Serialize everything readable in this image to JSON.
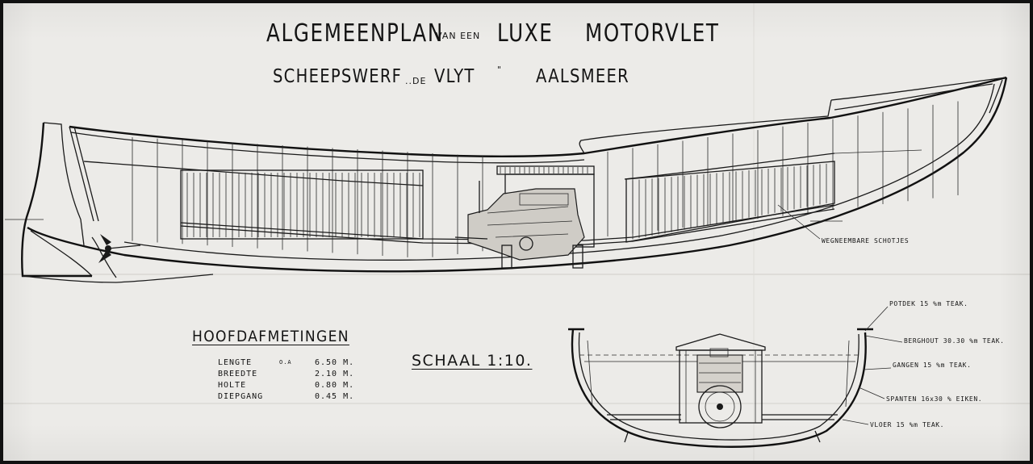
{
  "title": {
    "part1": "ALGEMEENPLAN",
    "part2": "VAN EEN",
    "part3": "LUXE",
    "part4": "MOTORVLET"
  },
  "subtitle": {
    "part1": "SCHEEPSWERF",
    "part2": "..DE",
    "part3": "VLYT",
    "part4": "\"",
    "part5": "AALSMEER"
  },
  "side_view_note": "WEGNEEMBARE SCHOTJES",
  "dimensions": {
    "heading": "HOOFDAFMETINGEN",
    "rows": [
      {
        "label": "LENGTE",
        "suffix": "O.A",
        "value": "6.50 M."
      },
      {
        "label": "BREEDTE",
        "suffix": "",
        "value": "2.10 M."
      },
      {
        "label": "HOLTE",
        "suffix": "",
        "value": "0.80 M."
      },
      {
        "label": "DIEPGANG",
        "suffix": "",
        "value": "0.45 M."
      }
    ]
  },
  "scale_label": "SCHAAL 1:10.",
  "section_labels": [
    "POTDEK 15 %m TEAK.",
    "BERGHOUT 30.30 %m TEAK.",
    "GANGEN 15 %m TEAK.",
    "SPANTEN 16x30 % EIKEN.",
    "VLOER 15 %m TEAK."
  ],
  "colors": {
    "paper": "#ecebe8",
    "ink": "#141414",
    "frame": "#111111"
  }
}
